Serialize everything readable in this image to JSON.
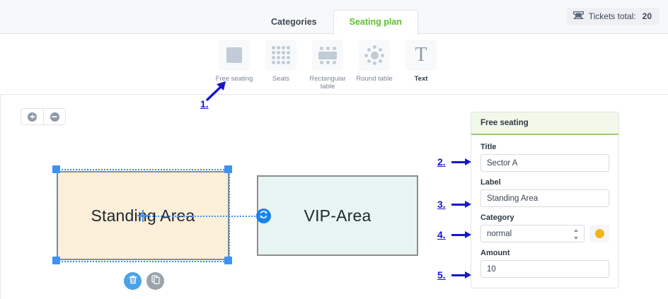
{
  "topbar": {
    "tabs": [
      {
        "label": "Categories",
        "active": false
      },
      {
        "label": "Seating plan",
        "active": true
      }
    ],
    "tickets": {
      "icon": "ticket-icon",
      "label": "Tickets total:",
      "value": "20"
    }
  },
  "toolbar": {
    "tools": [
      {
        "label": "Free seating",
        "icon": "filled-square-icon"
      },
      {
        "label": "Seats",
        "icon": "dot-grid-icon"
      },
      {
        "label": "Rectangular table",
        "icon": "rectangular-table-icon"
      },
      {
        "label": "Round table",
        "icon": "round-table-icon"
      },
      {
        "label": "Text",
        "icon": "text-T-icon"
      }
    ]
  },
  "canvas": {
    "zoom_in_icon": "plus-circle-icon",
    "zoom_out_icon": "minus-circle-icon",
    "shapes": [
      {
        "label": "Standing Area",
        "fill": "#fcefd9",
        "selected": true
      },
      {
        "label": "VIP-Area",
        "fill": "#e7f4f2",
        "selected": false
      }
    ],
    "rotate_icon": "rotate-icon",
    "actions": [
      {
        "name": "delete",
        "icon": "trash-icon",
        "color": "#4aa3e8"
      },
      {
        "name": "duplicate",
        "icon": "copy-icon",
        "color": "#9ba3ab"
      }
    ]
  },
  "panel": {
    "header": "Free seating",
    "accent": "#9ccb6b",
    "fields": {
      "title": {
        "label": "Title",
        "value": "Sector A"
      },
      "label": {
        "label": "Label",
        "value": "Standing Area"
      },
      "category": {
        "label": "Category",
        "value": "normal",
        "swatch_color": "#f0b718"
      },
      "amount": {
        "label": "Amount",
        "value": "10"
      }
    }
  },
  "annotations": [
    {
      "num": "1."
    },
    {
      "num": "2."
    },
    {
      "num": "3."
    },
    {
      "num": "4."
    },
    {
      "num": "5."
    }
  ]
}
